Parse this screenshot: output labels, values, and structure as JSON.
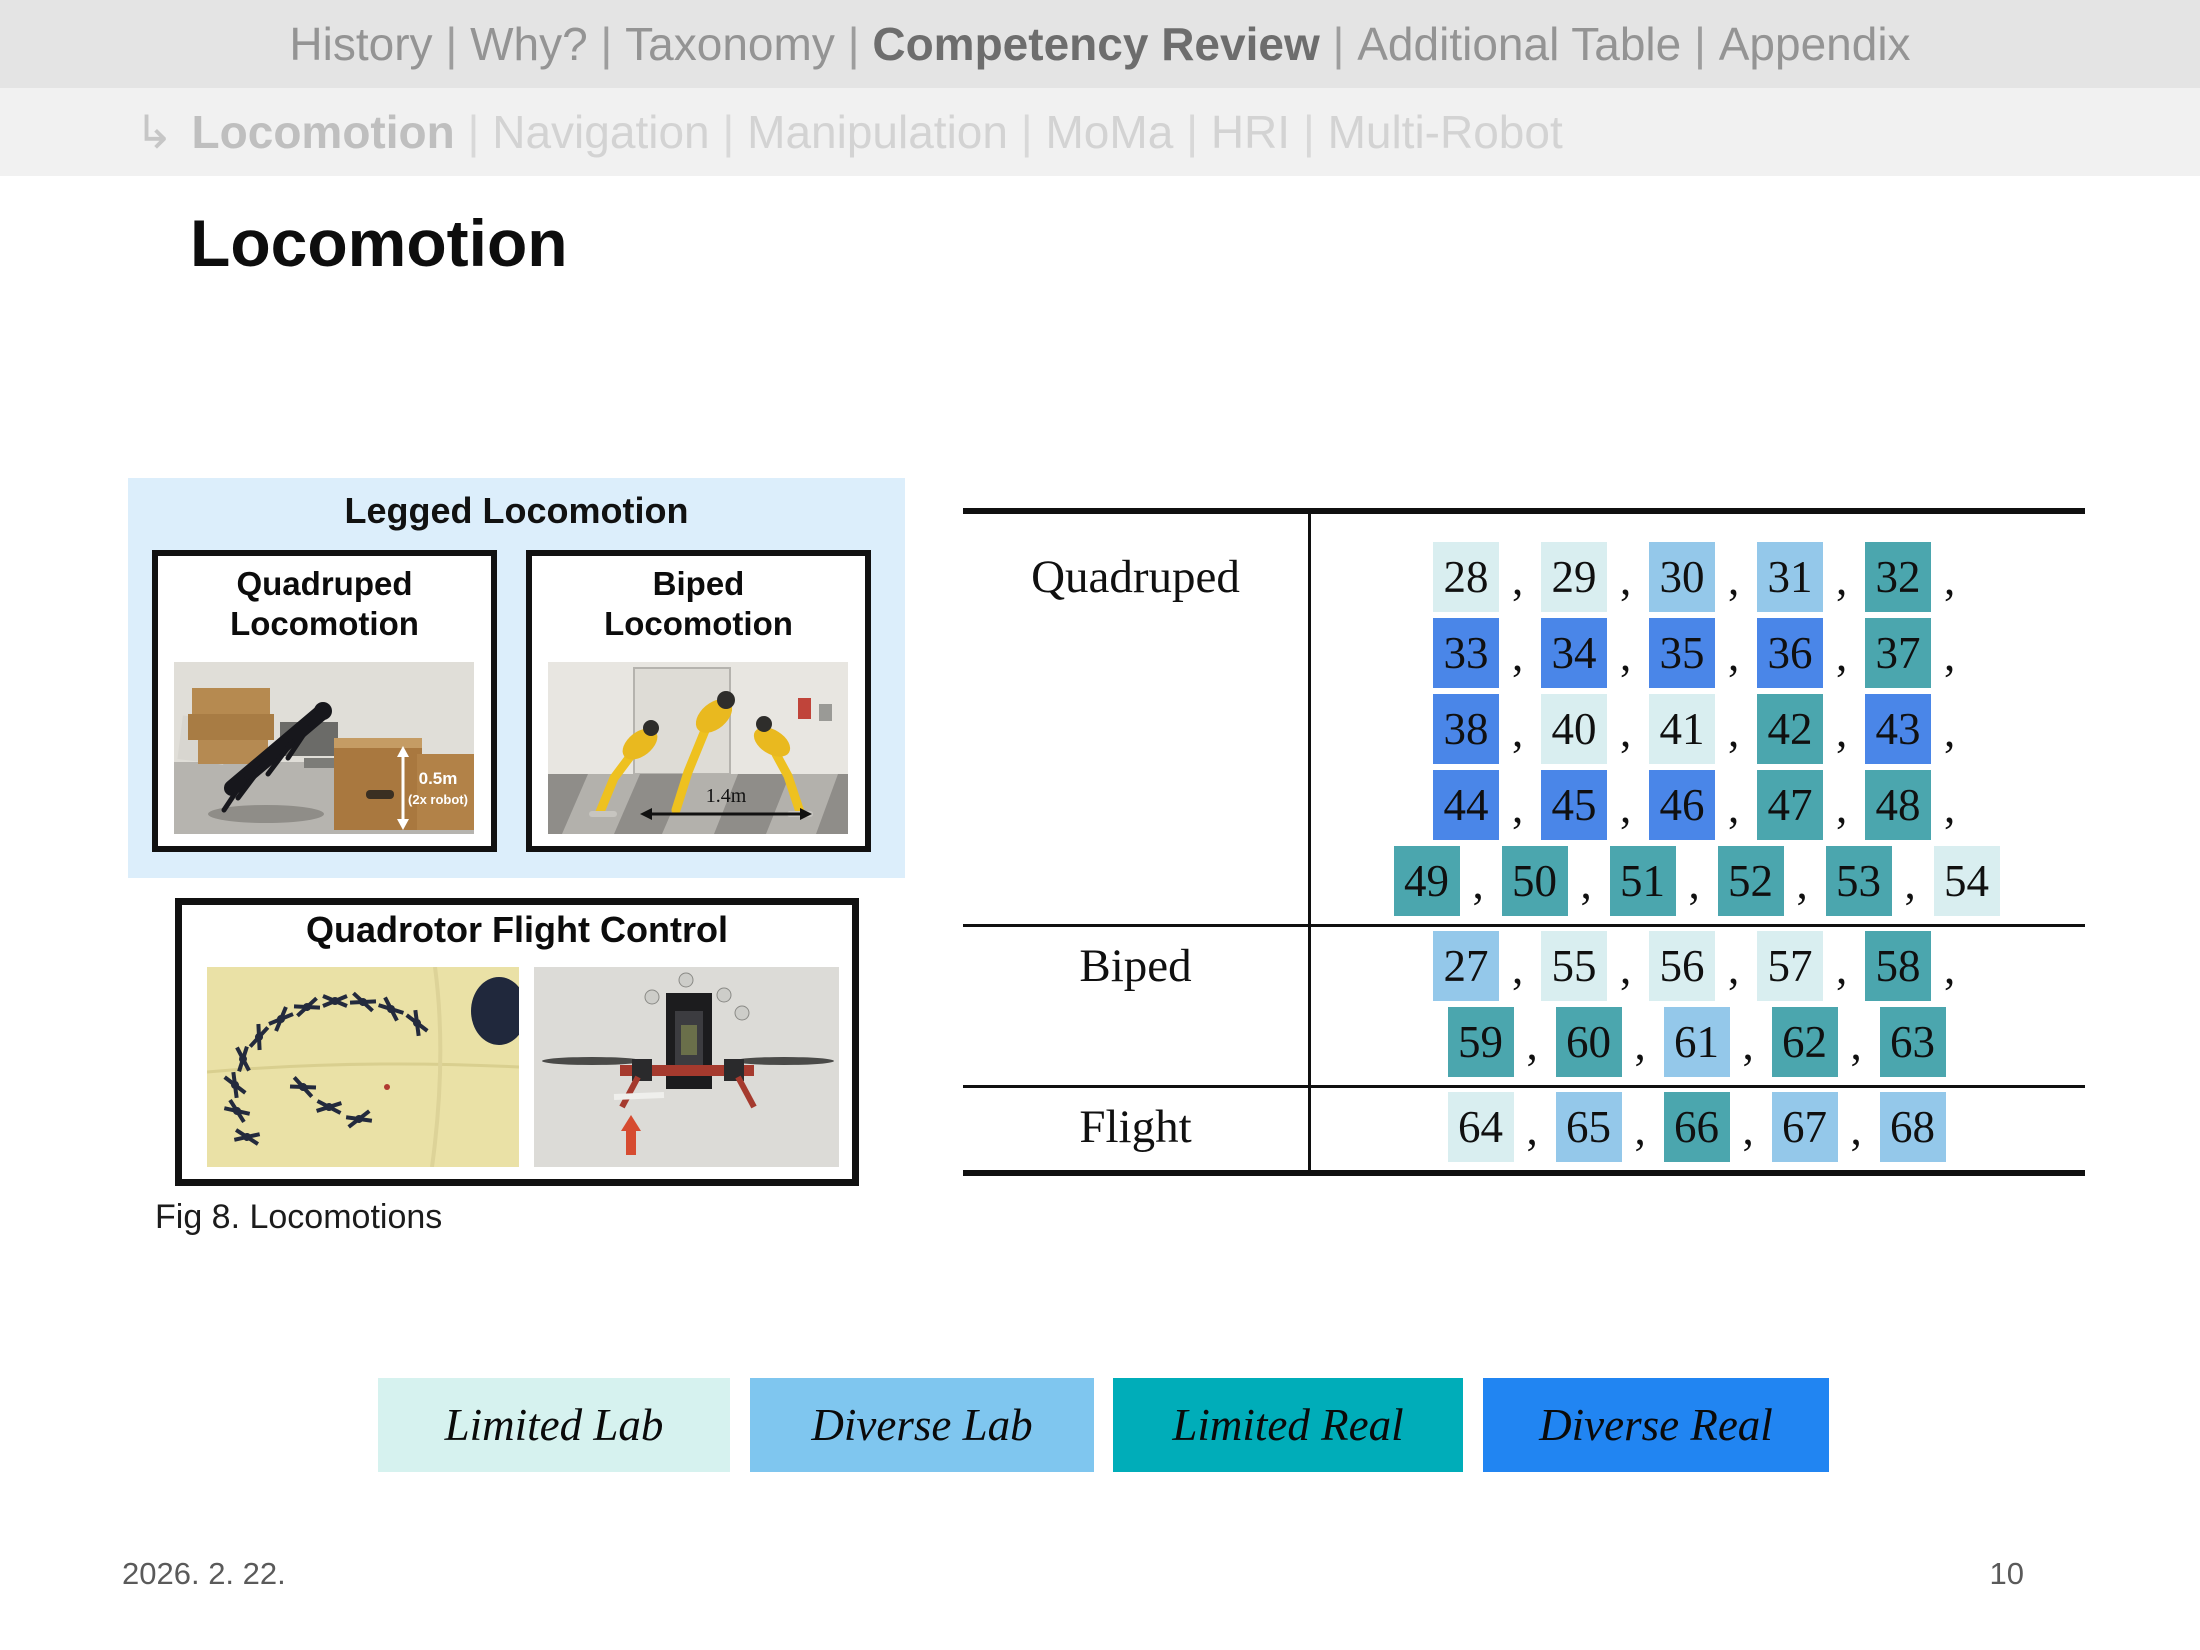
{
  "nav": {
    "separator": "|",
    "items": [
      {
        "label": "History",
        "active": false
      },
      {
        "label": "Why?",
        "active": false
      },
      {
        "label": "Taxonomy",
        "active": false
      },
      {
        "label": "Competency Review",
        "active": true
      },
      {
        "label": "Additional Table",
        "active": false
      },
      {
        "label": "Appendix",
        "active": false
      }
    ]
  },
  "subnav": {
    "arrow": "↳",
    "separator": "|",
    "items": [
      {
        "label": "Locomotion",
        "active": true
      },
      {
        "label": "Navigation",
        "active": false
      },
      {
        "label": "Manipulation",
        "active": false
      },
      {
        "label": "MoMa",
        "active": false
      },
      {
        "label": "HRI",
        "active": false
      },
      {
        "label": "Multi-Robot",
        "active": false
      }
    ]
  },
  "title": "Locomotion",
  "figure": {
    "legged_panel_title": "Legged Locomotion",
    "quadruped_card_line1": "Quadruped",
    "quadruped_card_line2": "Locomotion",
    "biped_card_line1": "Biped",
    "biped_card_line2": "Locomotion",
    "quadruped_scale_label": "0.5m",
    "quadruped_scale_note": "(2x robot)",
    "biped_scale_label": "1.4m",
    "quadrotor_panel_title": "Quadrotor Flight Control",
    "caption": "Fig 8. Locomotions"
  },
  "table": {
    "categories": {
      "limited_lab": {
        "label": "Limited Lab",
        "cell_color": "#d9eef0",
        "legend_color": "#d6f2ef"
      },
      "diverse_lab": {
        "label": "Diverse Lab",
        "cell_color": "#94c8ea",
        "legend_color": "#7fc6ef"
      },
      "limited_real": {
        "label": "Limited Real",
        "cell_color": "#4ba6ae",
        "legend_color": "#00adb9"
      },
      "diverse_real": {
        "label": "Diverse Real",
        "cell_color": "#4a86e8",
        "legend_color": "#2185f2"
      }
    },
    "sections": [
      {
        "label": "Quadruped",
        "lines": [
          [
            {
              "n": 28,
              "cat": "limited_lab"
            },
            {
              "n": 29,
              "cat": "limited_lab"
            },
            {
              "n": 30,
              "cat": "diverse_lab"
            },
            {
              "n": 31,
              "cat": "diverse_lab"
            },
            {
              "n": 32,
              "cat": "limited_real"
            }
          ],
          [
            {
              "n": 33,
              "cat": "diverse_real"
            },
            {
              "n": 34,
              "cat": "diverse_real"
            },
            {
              "n": 35,
              "cat": "diverse_real"
            },
            {
              "n": 36,
              "cat": "diverse_real"
            },
            {
              "n": 37,
              "cat": "limited_real"
            }
          ],
          [
            {
              "n": 38,
              "cat": "diverse_real"
            },
            {
              "n": 40,
              "cat": "limited_lab"
            },
            {
              "n": 41,
              "cat": "limited_lab"
            },
            {
              "n": 42,
              "cat": "limited_real"
            },
            {
              "n": 43,
              "cat": "diverse_real"
            }
          ],
          [
            {
              "n": 44,
              "cat": "diverse_real"
            },
            {
              "n": 45,
              "cat": "diverse_real"
            },
            {
              "n": 46,
              "cat": "diverse_real"
            },
            {
              "n": 47,
              "cat": "limited_real"
            },
            {
              "n": 48,
              "cat": "limited_real"
            }
          ],
          [
            {
              "n": 49,
              "cat": "limited_real"
            },
            {
              "n": 50,
              "cat": "limited_real"
            },
            {
              "n": 51,
              "cat": "limited_real"
            },
            {
              "n": 52,
              "cat": "limited_real"
            },
            {
              "n": 53,
              "cat": "limited_real"
            },
            {
              "n": 54,
              "cat": "limited_lab"
            }
          ]
        ]
      },
      {
        "label": "Biped",
        "lines": [
          [
            {
              "n": 27,
              "cat": "diverse_lab"
            },
            {
              "n": 55,
              "cat": "limited_lab"
            },
            {
              "n": 56,
              "cat": "limited_lab"
            },
            {
              "n": 57,
              "cat": "limited_lab"
            },
            {
              "n": 58,
              "cat": "limited_real"
            }
          ],
          [
            {
              "n": 59,
              "cat": "limited_real"
            },
            {
              "n": 60,
              "cat": "limited_real"
            },
            {
              "n": 61,
              "cat": "diverse_lab"
            },
            {
              "n": 62,
              "cat": "limited_real"
            },
            {
              "n": 63,
              "cat": "limited_real"
            }
          ]
        ]
      },
      {
        "label": "Flight",
        "lines": [
          [
            {
              "n": 64,
              "cat": "limited_lab"
            },
            {
              "n": 65,
              "cat": "diverse_lab"
            },
            {
              "n": 66,
              "cat": "limited_real"
            },
            {
              "n": 67,
              "cat": "diverse_lab"
            },
            {
              "n": 68,
              "cat": "diverse_lab"
            }
          ]
        ]
      }
    ]
  },
  "legend_order": [
    "limited_lab",
    "diverse_lab",
    "limited_real",
    "diverse_real"
  ],
  "footer": {
    "date": "2026. 2. 22.",
    "page": "10"
  }
}
